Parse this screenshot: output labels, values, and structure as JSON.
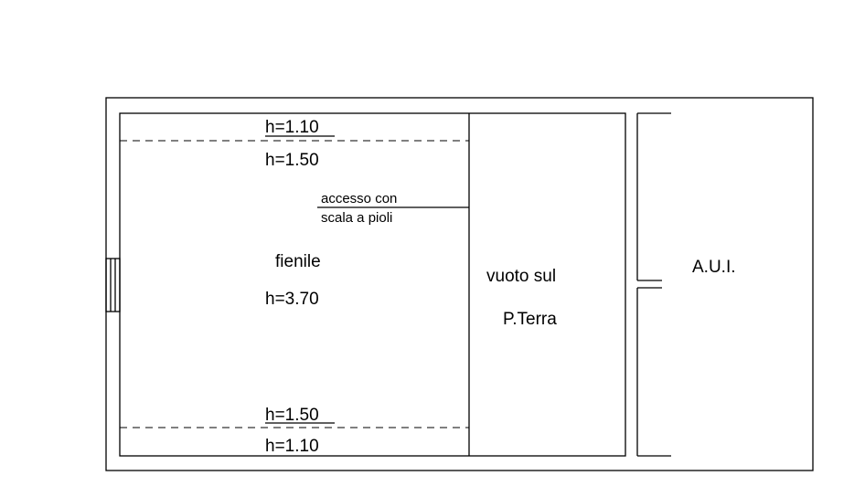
{
  "plan": {
    "heights": {
      "top_outer": "h=1.10",
      "top_inner": "h=1.50",
      "bottom_inner": "h=1.50",
      "bottom_outer": "h=1.10"
    },
    "access_note": {
      "line1": "accesso con",
      "line2": "scala a pioli"
    },
    "rooms": {
      "fienile": {
        "name": "fienile",
        "height": "h=3.70"
      },
      "void": {
        "line1": "vuoto sul",
        "line2": "P.Terra"
      },
      "aui": {
        "name": "A.U.I."
      }
    }
  }
}
